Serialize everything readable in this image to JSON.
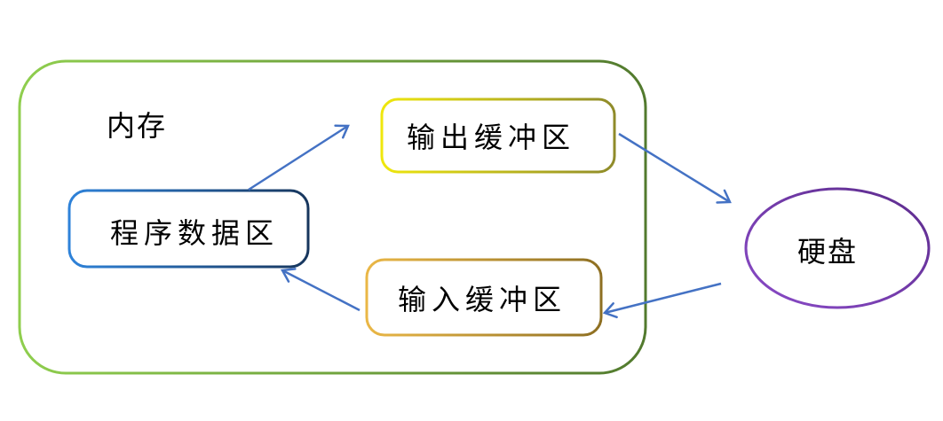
{
  "diagram": {
    "memory_container": {
      "label": "内存"
    },
    "nodes": {
      "program_data": {
        "label": "程序数据区"
      },
      "output_buffer": {
        "label": "输出缓冲区"
      },
      "input_buffer": {
        "label": "输入缓冲区"
      },
      "hard_disk": {
        "label": "硬盘"
      }
    },
    "edges": [
      {
        "from": "program_data",
        "to": "output_buffer"
      },
      {
        "from": "output_buffer",
        "to": "hard_disk"
      },
      {
        "from": "hard_disk",
        "to": "input_buffer"
      },
      {
        "from": "input_buffer",
        "to": "program_data"
      }
    ],
    "colors": {
      "arrow": "#4472C4",
      "memory_border_light": "#8FCE4E",
      "memory_border_dark": "#527A2E",
      "program_border_light": "#2E82D9",
      "program_border_dark": "#17365D",
      "output_border_light": "#EFE70D",
      "output_border_dark": "#8F8B2A",
      "input_border_light": "#EAB746",
      "input_border_dark": "#8E6F22",
      "disk_border_light": "#8A4BC8",
      "disk_border_dark": "#5C2B8C",
      "text": "#000000"
    }
  }
}
